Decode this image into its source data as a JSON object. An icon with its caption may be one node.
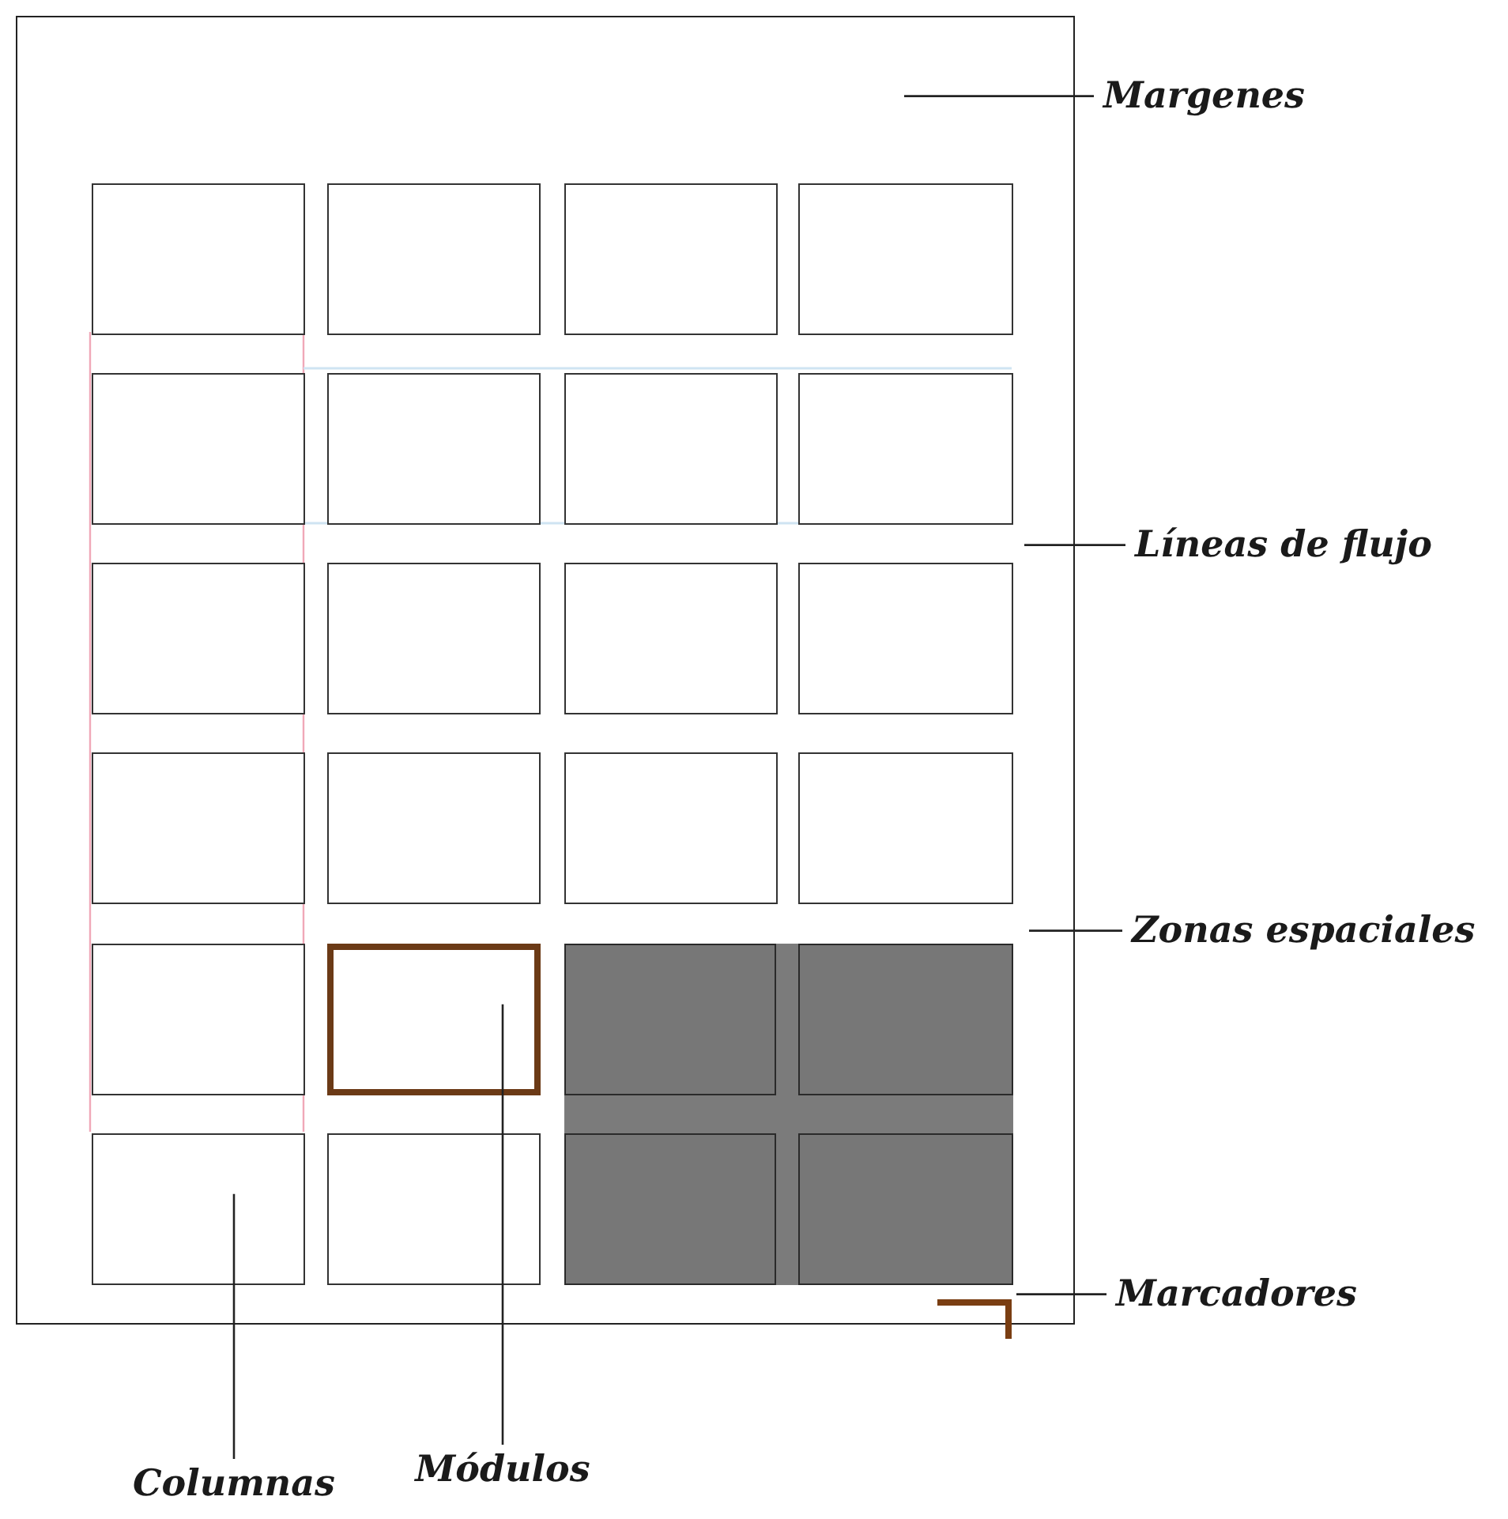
{
  "diagram": {
    "nodes": [
      {
        "text": [],
        "shape": "box"
      },
      {
        "text": [],
        "shape": "box",
        "in": 0
      },
      {
        "text": [],
        "shape": "box",
        "in": 0
      },
      {
        "text": [],
        "shape": "box",
        "in": 0
      },
      {
        "text": [],
        "shape": "box",
        "in": 0
      },
      {
        "text": [],
        "shape": "box",
        "in": 0
      },
      {
        "text": [],
        "shape": "box",
        "in": 0
      },
      {
        "text": [],
        "shape": "box",
        "in": 0
      },
      {
        "text": [],
        "shape": "box",
        "in": 0
      },
      {
        "text": [],
        "shape": "box",
        "in": 0
      },
      {
        "text": [],
        "shape": "box",
        "in": 0
      },
      {
        "text": [],
        "shape": "box",
        "in": 0
      },
      {
        "text": [],
        "shape": "box",
        "in": 0
      },
      {
        "text": [],
        "shape": "box",
        "in": 0
      },
      {
        "text": [],
        "shape": "box",
        "in": 0
      },
      {
        "text": [],
        "shape": "box",
        "in": 0
      },
      {
        "text": [],
        "shape": "box",
        "in": 0
      },
      {
        "text": [],
        "shape": "box",
        "in": 0
      },
      {
        "text": [],
        "shape": "box",
        "in": 0
      },
      {
        "text": [],
        "shape": "box",
        "in": 0
      },
      {
        "text": [],
        "shape": "box",
        "in": 19
      },
      {
        "text": [],
        "shape": "box",
        "in": 19
      },
      {
        "text": [],
        "shape": "box",
        "in": 0
      },
      {
        "text": [],
        "shape": "box",
        "in": 0
      },
      {
        "text": [],
        "shape": "box",
        "in": 19
      },
      {
        "text": [],
        "shape": "box",
        "in": 19
      },
      {
        "text": [],
        "shape": "corner",
        "in": 0
      },
      {
        "text": [
          "Margenes"
        ]
      },
      {
        "text": [
          "Líneas de flujo"
        ]
      },
      {
        "text": [
          "Zonas espaciales"
        ]
      },
      {
        "text": [
          "Marcadores"
        ]
      },
      {
        "text": [
          "Columnas"
        ]
      },
      {
        "text": [
          "Módulos"
        ]
      }
    ],
    "edges": [
      {
        "from": 27,
        "to": 0,
        "arrow": "none"
      },
      {
        "from": 28,
        "to": null,
        "arrow": "none"
      },
      {
        "from": 29,
        "to": 19,
        "arrow": "none"
      },
      {
        "from": 30,
        "to": 26,
        "arrow": "none"
      },
      {
        "from": 31,
        "to": 22,
        "arrow": "none"
      },
      {
        "from": 32,
        "to": 18,
        "arrow": "none"
      }
    ]
  }
}
